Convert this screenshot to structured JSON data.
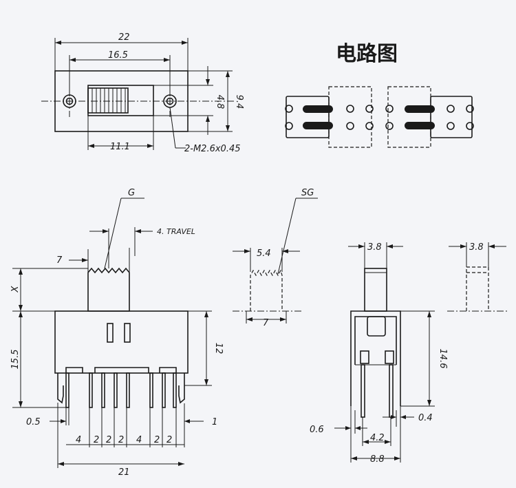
{
  "title": "电路图",
  "labels": {
    "g": "G",
    "sg": "SG",
    "travel": "4. TRAVEL",
    "x": "X",
    "screw": "2-M2.6x0.45"
  },
  "dims": {
    "top_width": "22",
    "top_holes": "16.5",
    "top_window": "11.1",
    "top_inner_h": "4.8",
    "top_outer_h": "9.4",
    "g_width": "7",
    "sg_width": "5.4",
    "sg_base": "7",
    "front_height": "15.5",
    "front_body": "12",
    "front_pin_left": "0.5",
    "front_pin_right": "1",
    "front_pitch_1": "4",
    "front_pitch_2": "2",
    "front_pitch_3": "2",
    "front_pitch_4": "2",
    "front_pitch_5": "4",
    "front_pitch_6": "2",
    "front_pitch_7": "2",
    "front_total": "21",
    "side_knob": "3.8",
    "side_knob2": "3.8",
    "side_height": "14.6",
    "side_pin_w": "0.6",
    "side_pin_t": "0.4",
    "side_pin_pitch": "4.2",
    "side_total": "8.8"
  }
}
